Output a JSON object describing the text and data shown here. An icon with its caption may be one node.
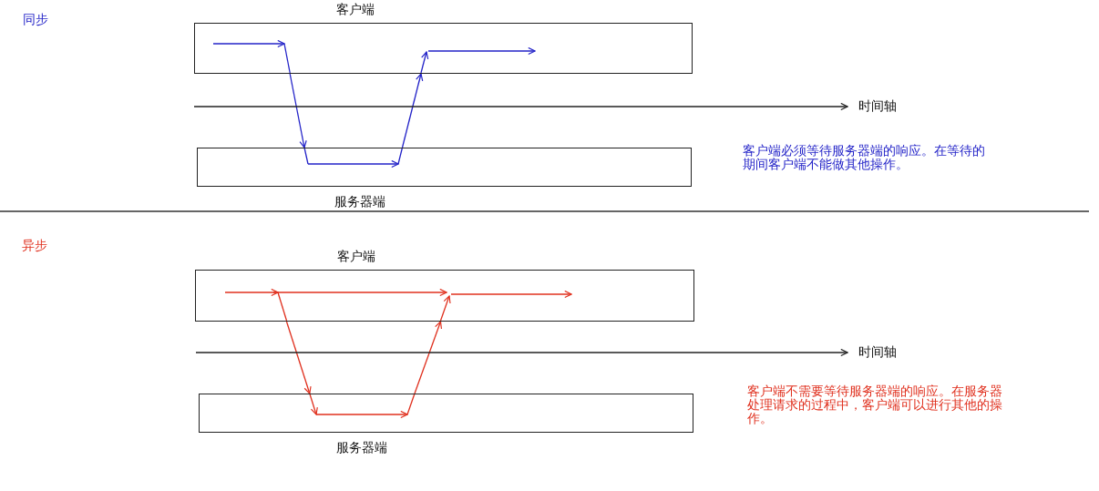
{
  "diagram": {
    "nodes": [
      {
        "text": [
          "客户端"
        ]
      },
      {
        "text": [
          "服务器端"
        ]
      },
      {
        "text": [
          "客户端"
        ]
      },
      {
        "text": [
          "服务器端"
        ]
      }
    ],
    "edges": [
      {
        "from": 0,
        "to": 1,
        "arrow": "to",
        "color": "#2323c8"
      },
      {
        "from": 1,
        "to": 0,
        "arrow": "to",
        "color": "#2323c8"
      },
      {
        "from": 2,
        "to": 3,
        "arrow": "to",
        "color": "#e0301e"
      },
      {
        "from": 3,
        "to": 2,
        "arrow": "to",
        "color": "#e0301e"
      }
    ],
    "labels": [
      "同步",
      "时间轴",
      "客户端必须等待服务器端的响应。在等待的期间客户端不能做其他操作。",
      "异步",
      "时间轴",
      "客户端不需要等待服务器端的响应。在服务器处理请求的过程中，客户端可以进行其他的操作。"
    ]
  }
}
